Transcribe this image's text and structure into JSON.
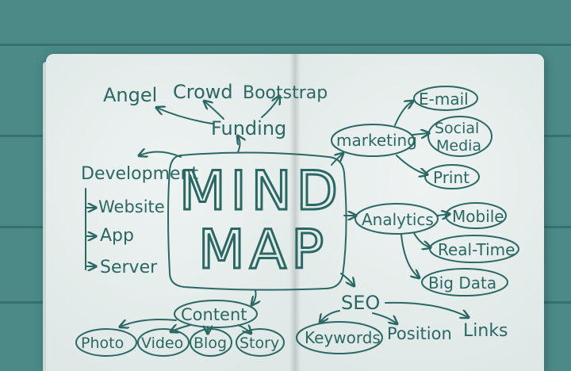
{
  "center": {
    "line1": "MIND",
    "line2": "MAP"
  },
  "nodes": {
    "angel": "Angel",
    "crowd": "Crowd",
    "bootstrap": "Bootstrap",
    "funding": "Funding",
    "development": "Development",
    "website": "Website",
    "app": "App",
    "server": "Server",
    "marketing": "marketing",
    "email": "E-mail",
    "social": "Social",
    "media": "Media",
    "print": "Print",
    "analytics": "Analytics",
    "mobile": "Mobile",
    "realtime": "Real-Time",
    "bigdata": "Big Data",
    "seo": "SEO",
    "keywords": "Keywords",
    "position": "Position",
    "links": "Links",
    "content": "Content",
    "photo": "Photo",
    "video": "Video",
    "blog": "Blog",
    "story": "Story"
  },
  "colors": {
    "ink": "#2b6864",
    "paper": "#e7eeec",
    "wood": "#4a8a87"
  }
}
